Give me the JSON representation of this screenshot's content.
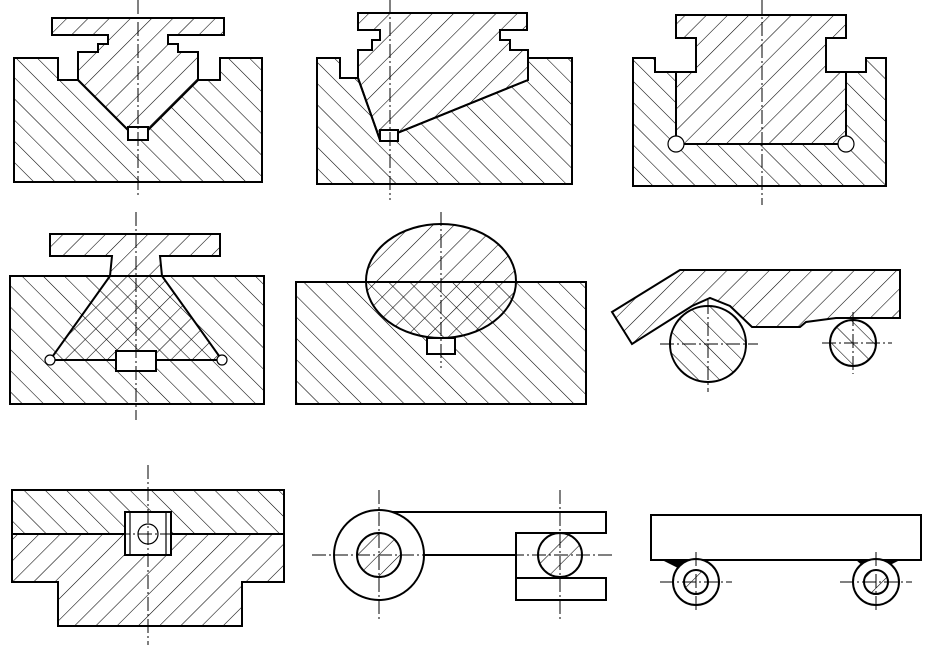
{
  "diagram": {
    "colors": {
      "line": "#000000",
      "background": "#ffffff"
    },
    "views": [
      {
        "id": "v1",
        "name": "dovetail-v-slide"
      },
      {
        "id": "v2",
        "name": "dovetail-wedge-slide"
      },
      {
        "id": "v3",
        "name": "dovetail-flat-slide-with-rollers"
      },
      {
        "id": "v4",
        "name": "t-slide-with-angled-sides"
      },
      {
        "id": "v5",
        "name": "oval-part-on-block"
      },
      {
        "id": "v6",
        "name": "carriage-on-rollers"
      },
      {
        "id": "v7",
        "name": "stacked-blocks-with-key"
      },
      {
        "id": "v8",
        "name": "lever-with-bushing"
      },
      {
        "id": "v9",
        "name": "cart-with-wheels"
      }
    ]
  }
}
